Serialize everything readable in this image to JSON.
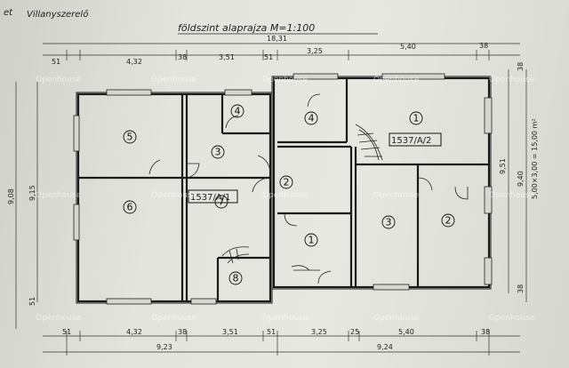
{
  "header": {
    "corner_note": "Villanyszerelő",
    "title": "földszint alaprajza  M=1:100"
  },
  "dimensions": {
    "top_total": "18,31",
    "top_segments": [
      "51",
      "4,32",
      "38",
      "3,51",
      "51",
      "3,25",
      "5,40",
      "38"
    ],
    "bottom_segments": [
      "51",
      "4,32",
      "38",
      "3,51",
      "51",
      "3,25",
      "25",
      "5,40",
      "38"
    ],
    "bottom_totals": [
      "9,23",
      "9,24"
    ],
    "left_outer": "9,08",
    "left_inner": "9,15",
    "left_small": "51",
    "right_outer": "9,40",
    "right_inner": "9,51",
    "right_small_top": "38",
    "right_small_bottom": "38",
    "area_note": "5,00×3,00 = 15,00 m²"
  },
  "units": [
    {
      "label": "1537/A/1"
    },
    {
      "label": "1537/A/2"
    }
  ],
  "rooms": {
    "left": [
      "5",
      "6",
      "3",
      "7",
      "4",
      "8"
    ],
    "middle": [
      "4",
      "2",
      "1"
    ],
    "right": [
      "1",
      "3",
      "2"
    ]
  },
  "watermark": "Openhouse"
}
